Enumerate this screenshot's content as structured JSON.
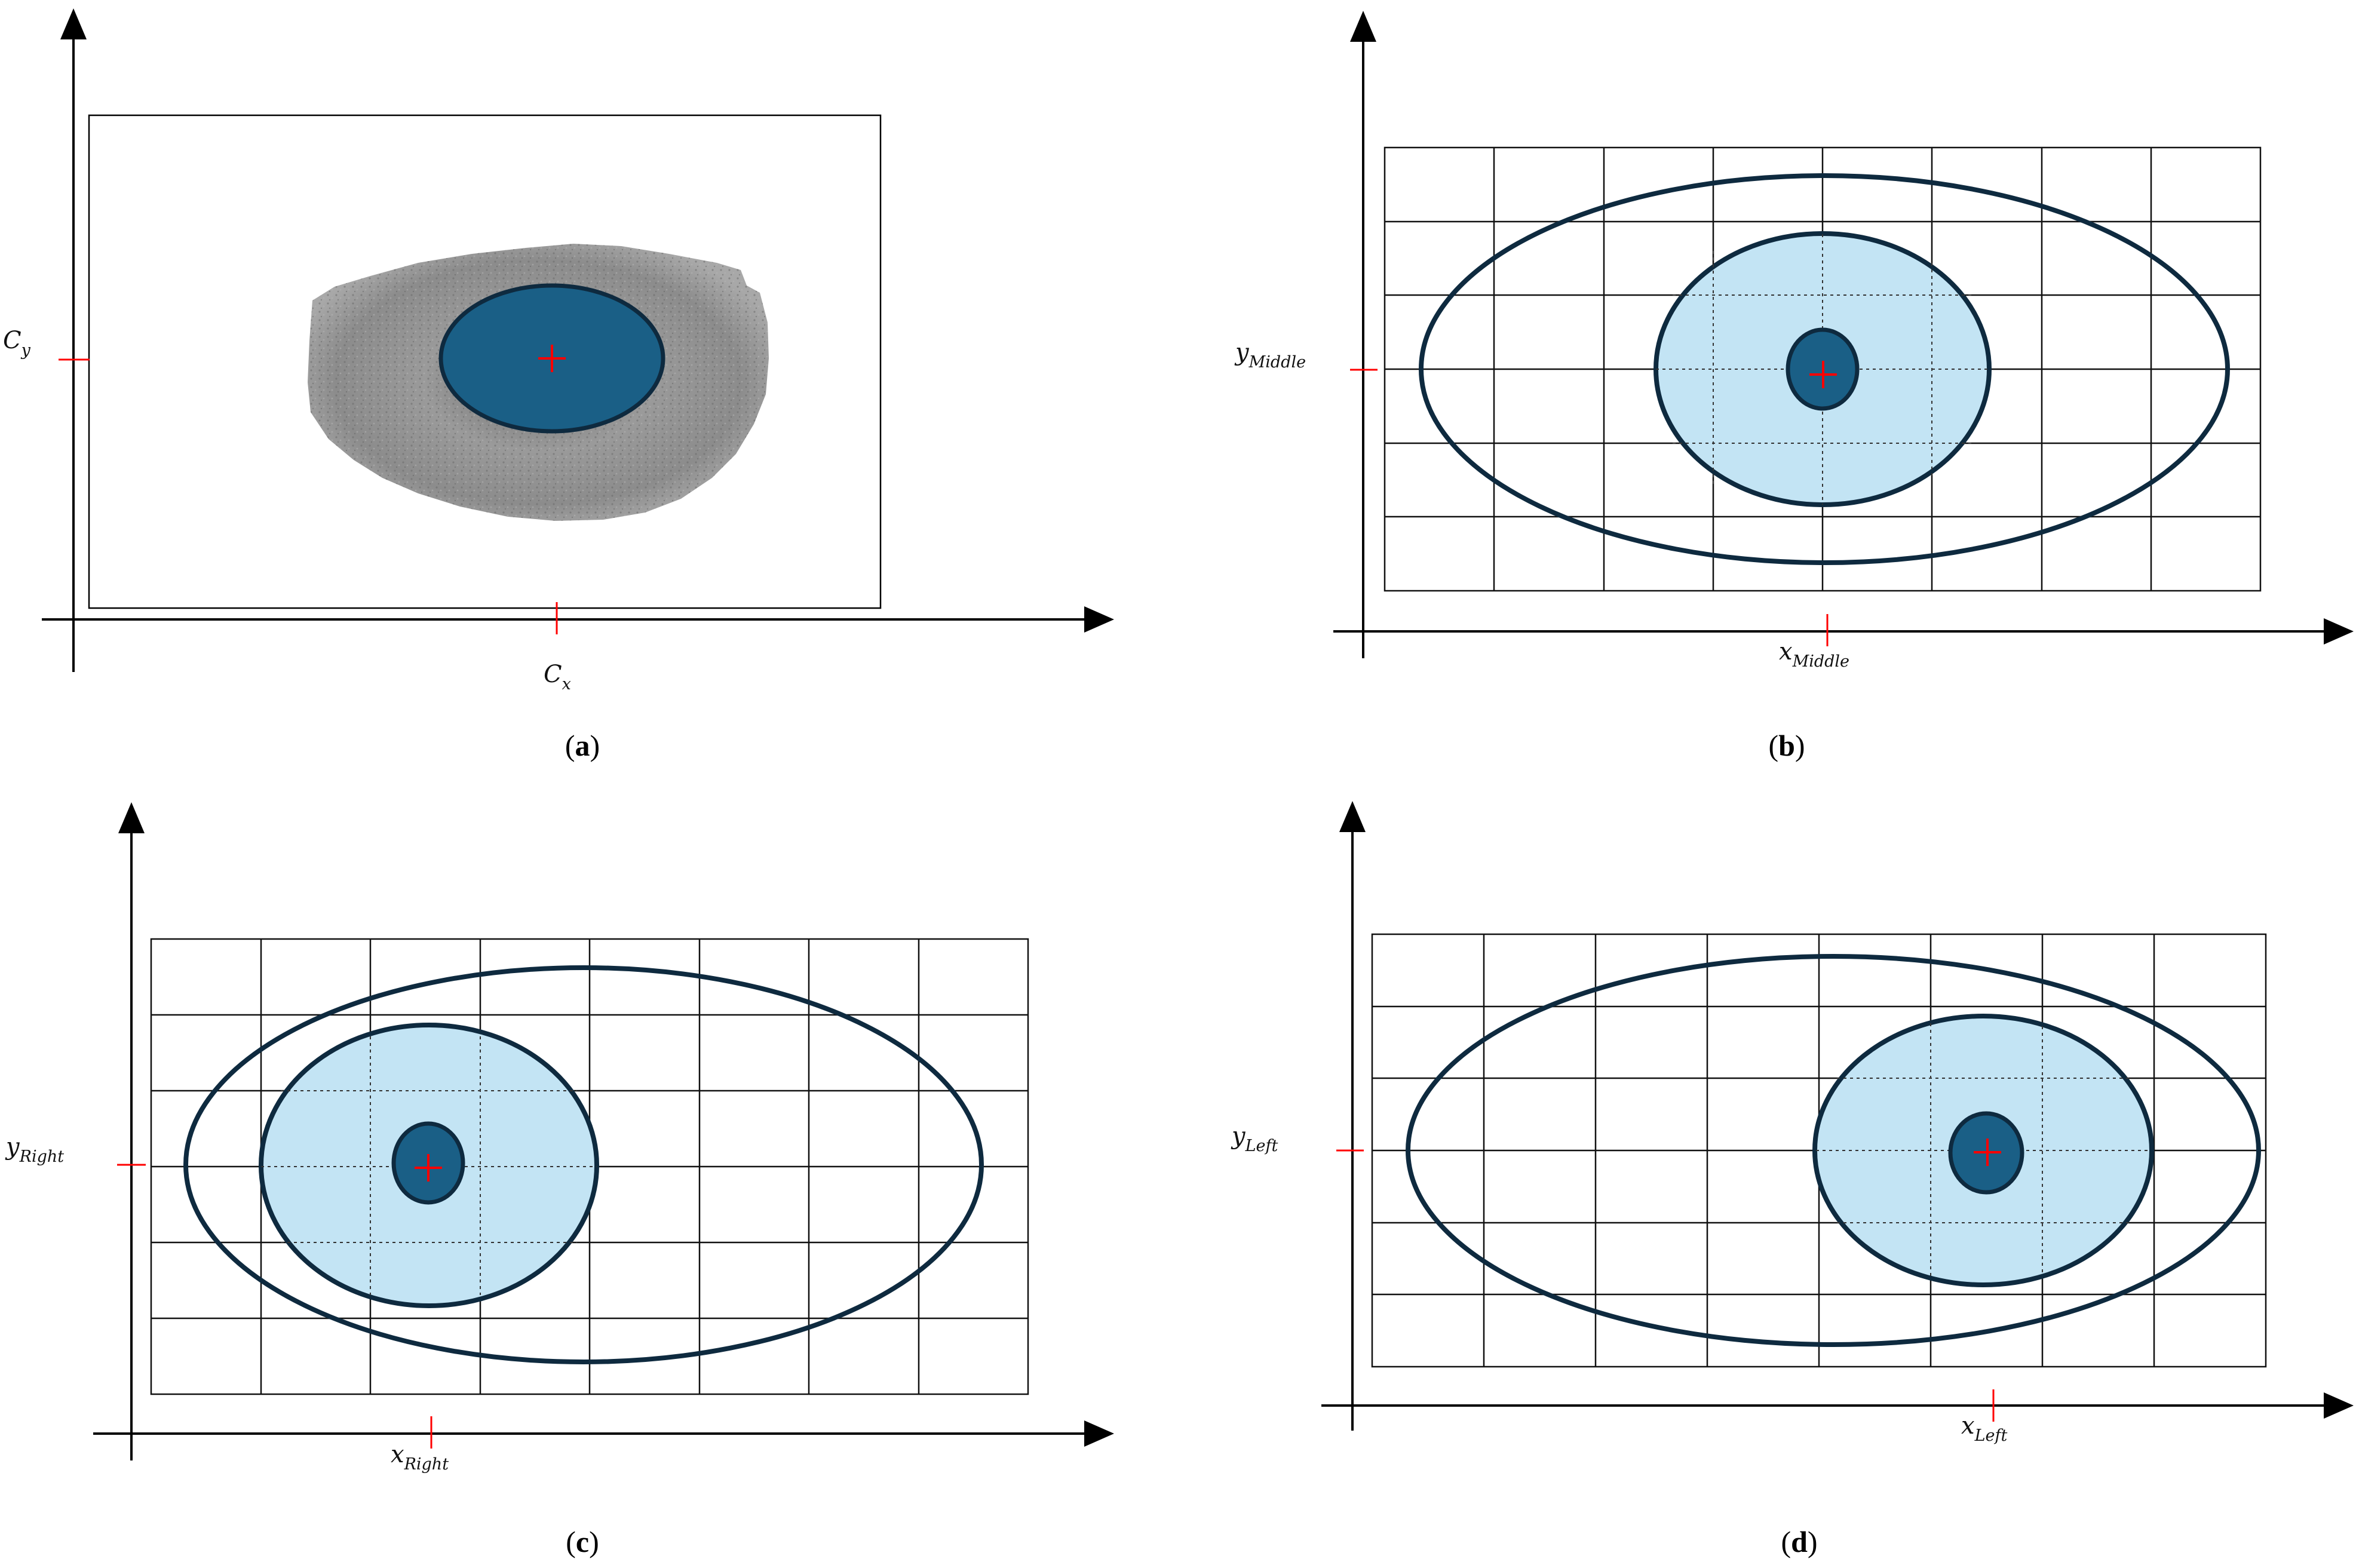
{
  "colors": {
    "axis": "#000000",
    "grid": "#111111",
    "outline": "#0e2a3f",
    "pupil_fill": "#1a5f86",
    "iris_fill": "#c3e4f4",
    "center_mark": "#ff0000",
    "iris_photo": "#8a8a8a"
  },
  "panels": [
    {
      "id": "a",
      "x_label_main": "C",
      "x_label_sub": "x",
      "y_label_main": "C",
      "y_label_sub": "y",
      "caption_open": "(",
      "caption_letter": "a",
      "caption_close": ")"
    },
    {
      "id": "b",
      "x_label_main": "x",
      "x_label_sub": "Middle",
      "y_label_main": "y",
      "y_label_sub": "Middle",
      "caption_open": "(",
      "caption_letter": "b",
      "caption_close": ")"
    },
    {
      "id": "c",
      "x_label_main": "x",
      "x_label_sub": "Right",
      "y_label_main": "y",
      "y_label_sub": "Right",
      "caption_open": "(",
      "caption_letter": "c",
      "caption_close": ")"
    },
    {
      "id": "d",
      "x_label_main": "x",
      "x_label_sub": "Left",
      "y_label_main": "y",
      "y_label_sub": "Left",
      "caption_open": "(",
      "caption_letter": "d",
      "caption_close": ")"
    }
  ]
}
